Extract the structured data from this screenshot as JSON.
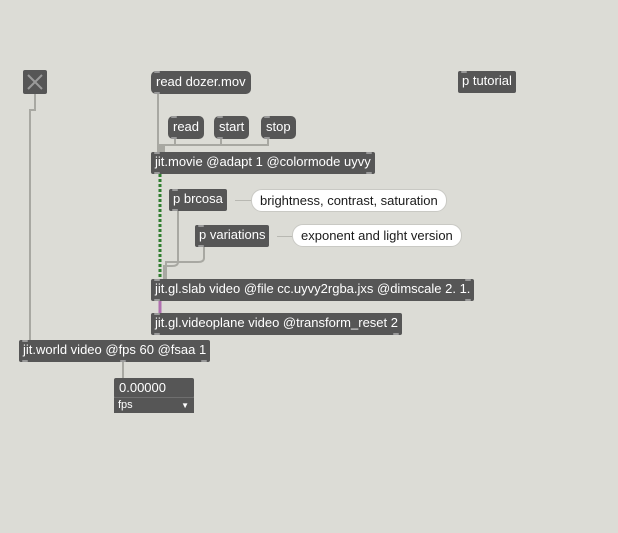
{
  "objects": {
    "read_dozer": "read dozer.mov",
    "p_tutorial": "p tutorial",
    "jit_movie": "jit.movie @adapt 1 @colormode uyvy",
    "p_brcosa": "p brcosa",
    "p_variations": "p variations",
    "jit_gl_slab": "jit.gl.slab video @file cc.uyvy2rgba.jxs @dimscale 2. 1.",
    "jit_gl_videoplane": "jit.gl.videoplane video @transform_reset 2",
    "jit_world": "jit.world video @fps 60 @fsaa 1"
  },
  "messages": {
    "read": "read",
    "start": "start",
    "stop": "stop"
  },
  "comments": {
    "brcosa": "brightness, contrast, saturation",
    "variations": "exponent and light version"
  },
  "fps_display": {
    "value": "0.00000",
    "unit": "fps"
  },
  "icons": {
    "toggle": "close-x-icon",
    "dropdown": "chevron-down-icon"
  },
  "colors": {
    "canvas": "#dcdcd6",
    "object": "#565656",
    "text": "#ffffff",
    "patchcord": "#a8a8a2",
    "signal_patchcord": "#2e7d2e"
  }
}
